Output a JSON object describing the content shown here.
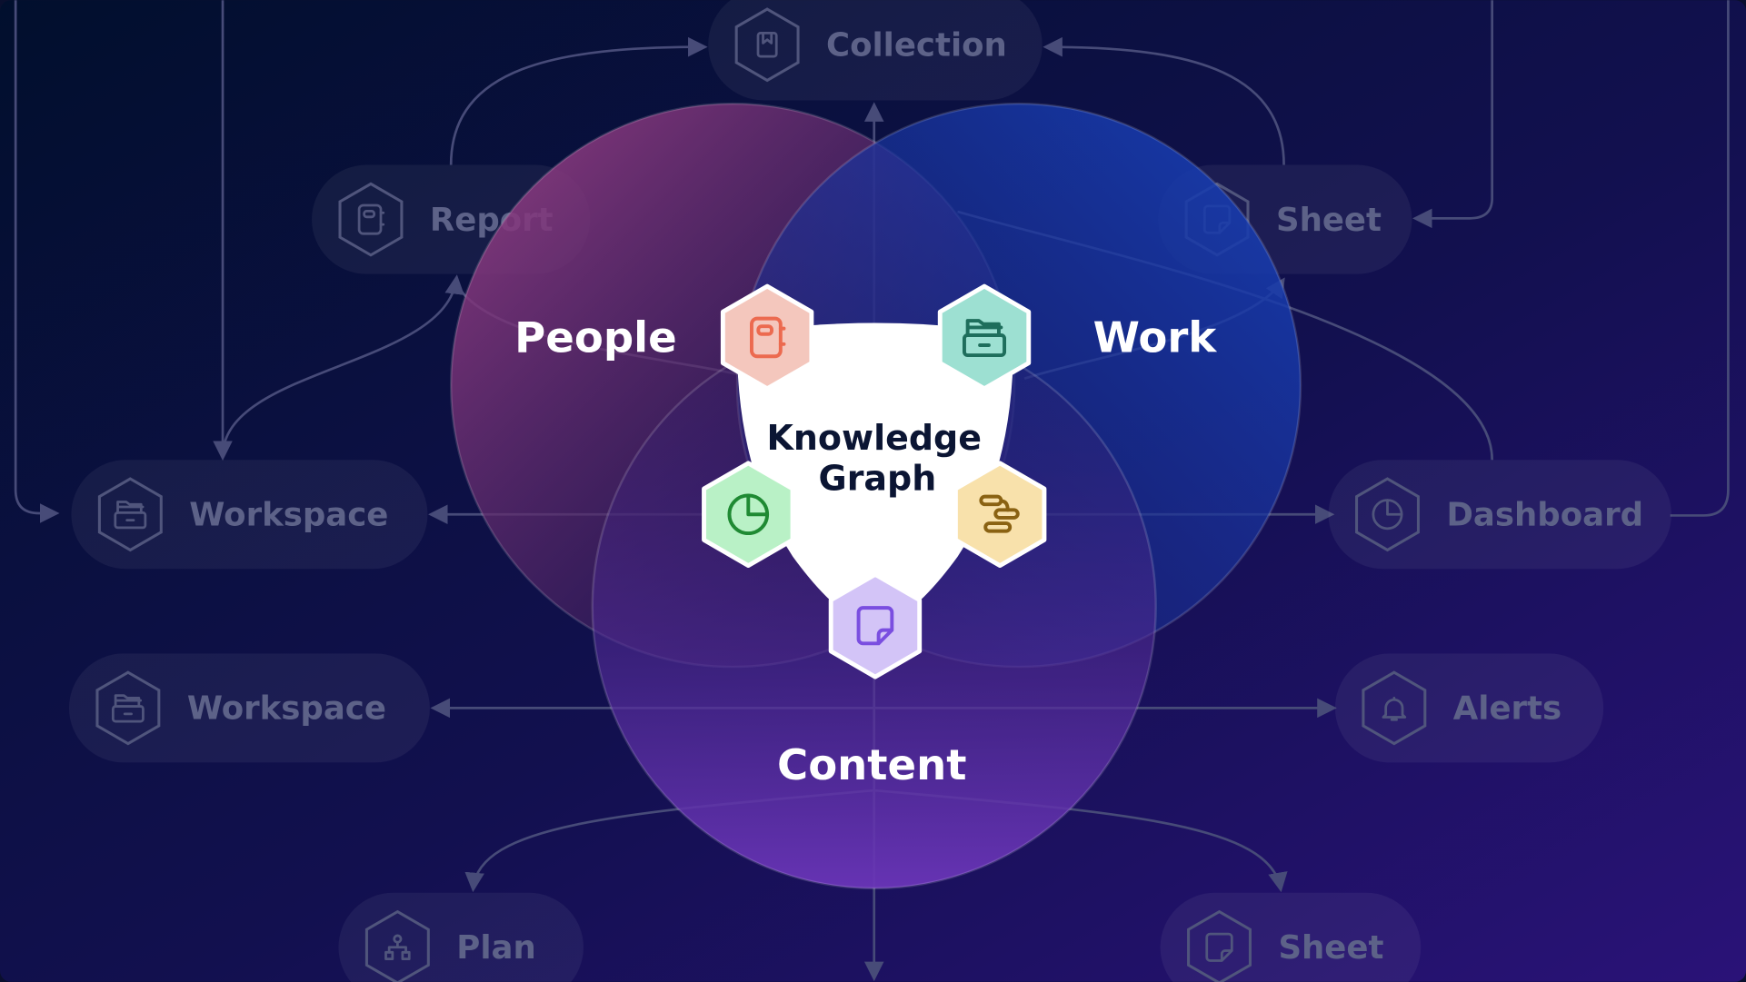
{
  "diagram": {
    "center": {
      "line1": "Knowledge",
      "line2": "Graph"
    },
    "circles": [
      {
        "label": "People",
        "color": "#8a3a7e"
      },
      {
        "label": "Work",
        "color": "#1a3aa8"
      },
      {
        "label": "Content",
        "color": "#6a35b8"
      }
    ],
    "hex_icons": [
      {
        "icon": "notebook-icon",
        "fill": "#f4c7bd",
        "stroke": "#ec6a4f"
      },
      {
        "icon": "archive-box-icon",
        "fill": "#9de0d2",
        "stroke": "#1e6e5c"
      },
      {
        "icon": "pie-chart-icon",
        "fill": "#b9f1c6",
        "stroke": "#1f8a33"
      },
      {
        "icon": "timeline-icon",
        "fill": "#f8e1ab",
        "stroke": "#8a6212"
      },
      {
        "icon": "sticky-note-icon",
        "fill": "#d3c4f7",
        "stroke": "#7a4ee0"
      }
    ],
    "nodes": {
      "collection": "Collection",
      "report": "Report",
      "sheet_top": "Sheet",
      "workspace_1": "Workspace",
      "dashboard": "Dashboard",
      "workspace_2": "Workspace",
      "alerts": "Alerts",
      "plan": "Plan",
      "sheet_bottom": "Sheet"
    }
  },
  "colors": {
    "bg_start": "#010f2d",
    "bg_end": "#2a1278",
    "connector": "#474b78"
  }
}
